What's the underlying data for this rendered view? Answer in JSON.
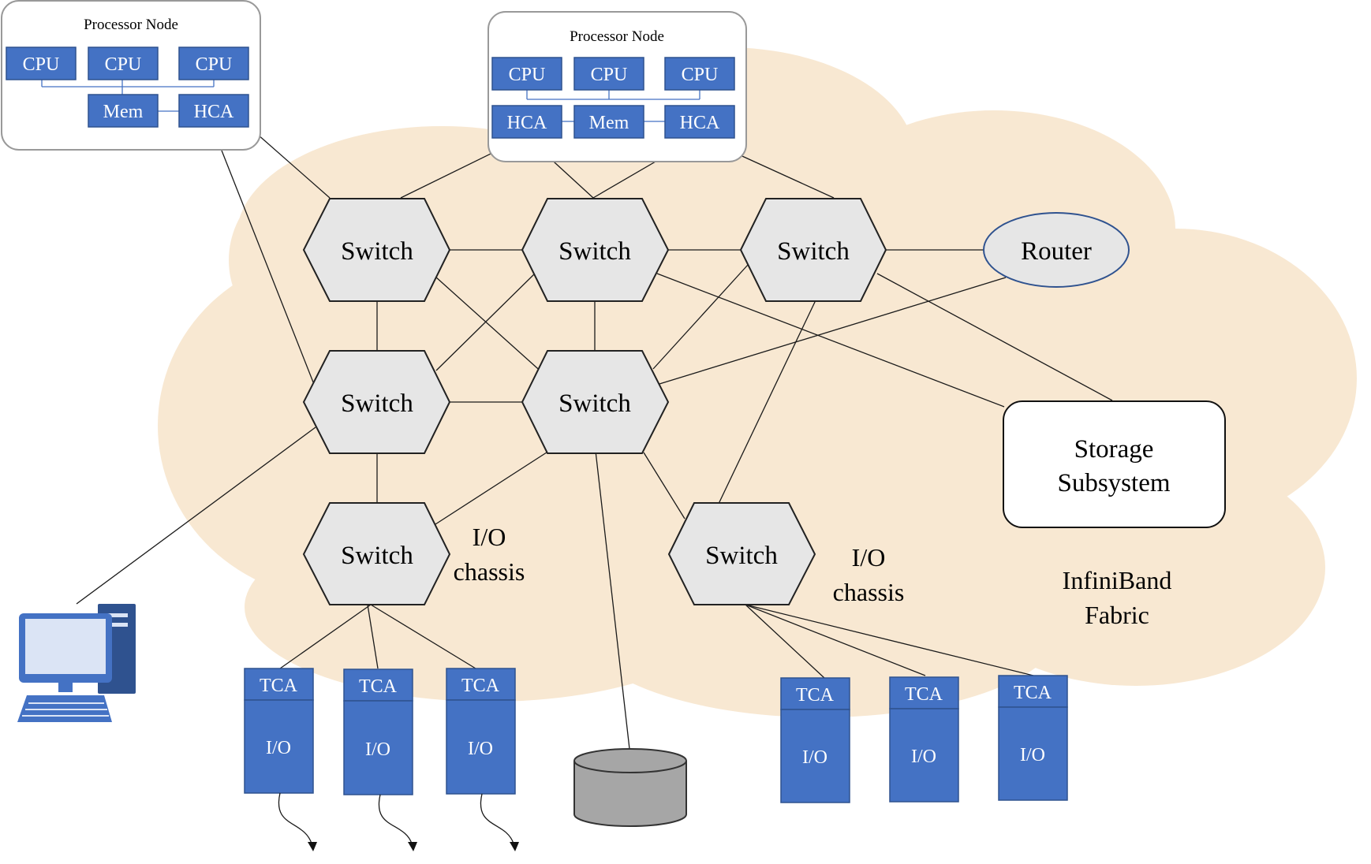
{
  "colors": {
    "fabric": "#f8e8d2",
    "component": "#4472c4",
    "switch": "#e6e6e6",
    "router_border": "#2f528f",
    "disk": "#a6a6a6"
  },
  "processor_node_1": {
    "title": "Processor Node",
    "cpu1": "CPU",
    "cpu2": "CPU",
    "cpu3": "CPU",
    "mem": "Mem",
    "hca": "HCA"
  },
  "processor_node_2": {
    "title": "Processor Node",
    "cpu1": "CPU",
    "cpu2": "CPU",
    "cpu3": "CPU",
    "hca1": "HCA",
    "mem": "Mem",
    "hca2": "HCA"
  },
  "switches": [
    "Switch",
    "Switch",
    "Switch",
    "Switch",
    "Switch",
    "Switch",
    "Switch"
  ],
  "router": "Router",
  "storage": {
    "line1": "Storage",
    "line2": "Subsystem"
  },
  "io_chassis_1": {
    "line1": "I/O",
    "line2": "chassis"
  },
  "io_chassis_2": {
    "line1": "I/O",
    "line2": "chassis"
  },
  "fabric_label": {
    "line1": "InfiniBand",
    "line2": "Fabric"
  },
  "io_modules_left": [
    {
      "tca": "TCA",
      "io": "I/O"
    },
    {
      "tca": "TCA",
      "io": "I/O"
    },
    {
      "tca": "TCA",
      "io": "I/O"
    }
  ],
  "io_modules_right": [
    {
      "tca": "TCA",
      "io": "I/O"
    },
    {
      "tca": "TCA",
      "io": "I/O"
    },
    {
      "tca": "TCA",
      "io": "I/O"
    }
  ],
  "icons": [
    "desktop-computer-icon",
    "disk-storage-icon"
  ]
}
